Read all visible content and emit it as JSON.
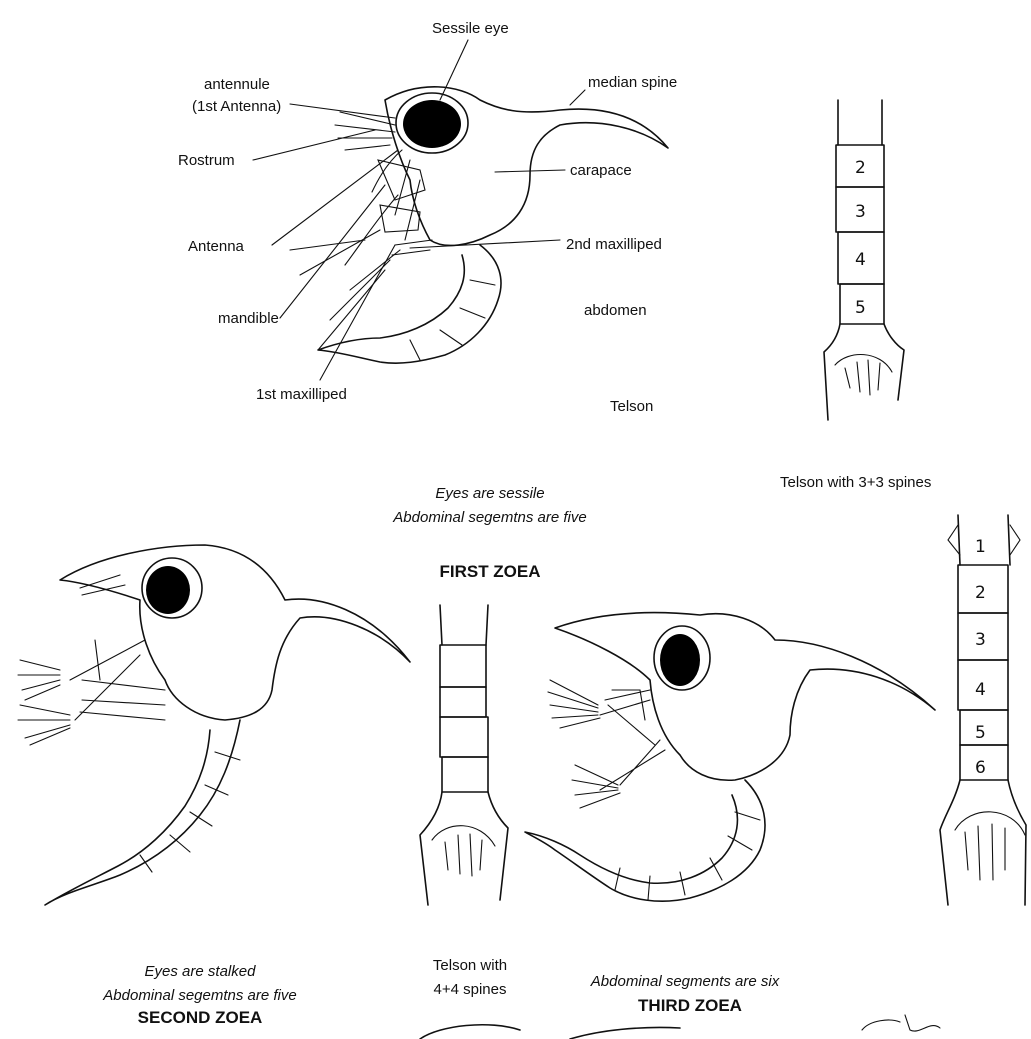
{
  "first_zoea": {
    "labels": {
      "sessile_eye": "Sessile eye",
      "antennule": "antennule",
      "antennule_sub": "(1st Antenna)",
      "median_spine": "median spine",
      "rostrum": "Rostrum",
      "carapace": "carapace",
      "antenna": "Antenna",
      "maxilliped2": "2nd maxilliped",
      "mandible": "mandible",
      "abdomen": "abdomen",
      "maxilliped1": "1st maxilliped",
      "telson": "Telson"
    },
    "caption_line1": "Eyes are sessile",
    "caption_line2": "Abdominal segemtns are five",
    "title": "FIRST ZOEA",
    "segment_numbers": [
      "2",
      "3",
      "4",
      "5"
    ]
  },
  "third_zoea": {
    "telson_note": "Telson with 3+3 spines",
    "caption": "Abdominal segments are six",
    "title": "THIRD ZOEA",
    "segment_numbers": [
      "1",
      "2",
      "3",
      "4",
      "5",
      "6"
    ]
  },
  "second_zoea": {
    "caption_line1": "Eyes are stalked",
    "caption_line2": "Abdominal segemtns are five",
    "title": "SECOND ZOEA",
    "telson_line1": "Telson with",
    "telson_line2": "4+4 spines"
  }
}
